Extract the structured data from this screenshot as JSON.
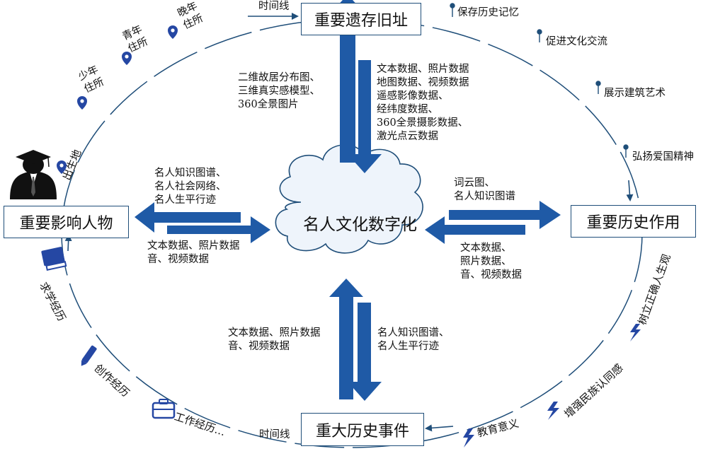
{
  "center": {
    "label": "名人文化数字化"
  },
  "boxes": {
    "top": "重要遗存旧址",
    "left": "重要影响人物",
    "right": "重要历史作用",
    "bottom": "重大历史事件"
  },
  "top_left_text": [
    "二维故居分布图、",
    "三维真实感模型、",
    "360全景图片"
  ],
  "top_right_text": [
    "文本数据、照片数据",
    "地图数据、视频数据",
    "遥感影像数据、",
    "经纬度数据、",
    "360全景摄影数据、",
    "激光点云数据"
  ],
  "left_top_text": [
    "名人知识图谱、",
    "名人社会网络、",
    "名人生平行迹"
  ],
  "left_bottom_text": [
    "文本数据、照片数据",
    "音、视频数据"
  ],
  "right_top_text": [
    "词云图、",
    "名人知识图谱"
  ],
  "right_bottom_text": [
    "文本数据、",
    "照片数据、",
    "音、视频数据"
  ],
  "bottom_left_text": [
    "文本数据、照片数据",
    "音、视频数据"
  ],
  "bottom_right_text": [
    "名人知识图谱、",
    "名人生平行迹"
  ],
  "timeline_top": "时间线",
  "timeline_bottom": "时间线",
  "residences": {
    "birthplace": "出生地",
    "youth": [
      "少年",
      "住所"
    ],
    "young": [
      "青年",
      "住所"
    ],
    "late": [
      "晚年",
      "住所"
    ]
  },
  "values": [
    "保存历史记忆",
    "促进文化交流",
    "展示建筑艺术",
    "弘扬爱国精神"
  ],
  "roles": [
    "树立正确人生观",
    "增强民族认同感",
    "教育意义"
  ],
  "experiences": [
    "求学经历",
    "创作经历",
    "工作经历…"
  ],
  "colors": {
    "accent": "#1f4e79",
    "arrow": "#1f5aa6",
    "icon": "#2547a3",
    "text": "#111111"
  }
}
